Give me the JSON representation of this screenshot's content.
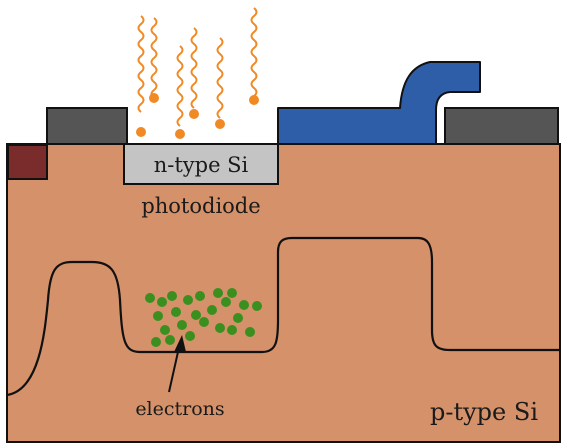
{
  "labels": {
    "n_type": "n-type Si",
    "photodiode": "photodiode",
    "electrons": "electrons",
    "p_type": "p-type Si"
  },
  "colors": {
    "substrate": "#d4916a",
    "gate_dark": "#555555",
    "n_region": "#c4c4c4",
    "contact": "#7a2b2b",
    "metal": "#2f5ea8",
    "photon": "#f08a24",
    "electron": "#3a8f1f",
    "outline": "#111111"
  }
}
